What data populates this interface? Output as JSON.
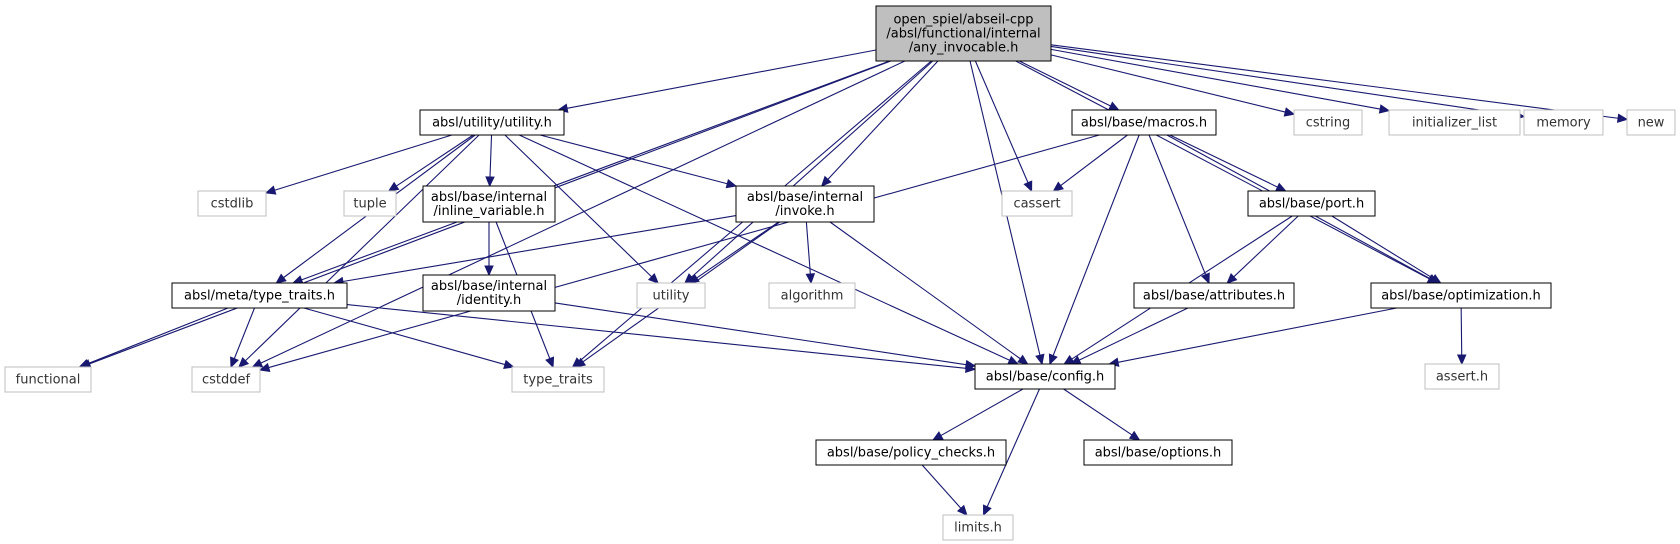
{
  "diagram": {
    "nodes": [
      {
        "id": "root",
        "kind": "root",
        "lines": [
          "open_spiel/abseil-cpp",
          "/absl/functional/internal",
          "/any_invocable.h"
        ]
      },
      {
        "id": "utility_h",
        "kind": "local",
        "lines": [
          "absl/utility/utility.h"
        ]
      },
      {
        "id": "macros",
        "kind": "local",
        "lines": [
          "absl/base/macros.h"
        ]
      },
      {
        "id": "cstring",
        "kind": "system",
        "lines": [
          "cstring"
        ]
      },
      {
        "id": "initializer_list",
        "kind": "system",
        "lines": [
          "initializer_list"
        ]
      },
      {
        "id": "memory",
        "kind": "system",
        "lines": [
          "memory"
        ]
      },
      {
        "id": "new",
        "kind": "system",
        "lines": [
          "new"
        ]
      },
      {
        "id": "cstdlib",
        "kind": "system",
        "lines": [
          "cstdlib"
        ]
      },
      {
        "id": "tuple",
        "kind": "system",
        "lines": [
          "tuple"
        ]
      },
      {
        "id": "inline_variable",
        "kind": "local",
        "lines": [
          "absl/base/internal",
          "/inline_variable.h"
        ]
      },
      {
        "id": "invoke",
        "kind": "local",
        "lines": [
          "absl/base/internal",
          "/invoke.h"
        ]
      },
      {
        "id": "cassert",
        "kind": "system",
        "lines": [
          "cassert"
        ]
      },
      {
        "id": "port",
        "kind": "local",
        "lines": [
          "absl/base/port.h"
        ]
      },
      {
        "id": "type_traits_h",
        "kind": "local",
        "lines": [
          "absl/meta/type_traits.h"
        ]
      },
      {
        "id": "identity",
        "kind": "local",
        "lines": [
          "absl/base/internal",
          "/identity.h"
        ]
      },
      {
        "id": "utility",
        "kind": "system",
        "lines": [
          "utility"
        ]
      },
      {
        "id": "algorithm",
        "kind": "system",
        "lines": [
          "algorithm"
        ]
      },
      {
        "id": "attributes",
        "kind": "local",
        "lines": [
          "absl/base/attributes.h"
        ]
      },
      {
        "id": "optimization",
        "kind": "local",
        "lines": [
          "absl/base/optimization.h"
        ]
      },
      {
        "id": "functional",
        "kind": "system",
        "lines": [
          "functional"
        ]
      },
      {
        "id": "cstddef",
        "kind": "system",
        "lines": [
          "cstddef"
        ]
      },
      {
        "id": "type_traits",
        "kind": "system",
        "lines": [
          "type_traits"
        ]
      },
      {
        "id": "config",
        "kind": "local",
        "lines": [
          "absl/base/config.h"
        ]
      },
      {
        "id": "assert_h",
        "kind": "system",
        "lines": [
          "assert.h"
        ]
      },
      {
        "id": "policy_checks",
        "kind": "local",
        "lines": [
          "absl/base/policy_checks.h"
        ]
      },
      {
        "id": "options",
        "kind": "local",
        "lines": [
          "absl/base/options.h"
        ]
      },
      {
        "id": "limits",
        "kind": "system",
        "lines": [
          "limits.h"
        ]
      }
    ],
    "edges": [
      [
        "root",
        "utility_h"
      ],
      [
        "root",
        "macros"
      ],
      [
        "root",
        "cstring"
      ],
      [
        "root",
        "initializer_list"
      ],
      [
        "root",
        "memory"
      ],
      [
        "root",
        "new"
      ],
      [
        "root",
        "invoke"
      ],
      [
        "root",
        "cassert"
      ],
      [
        "root",
        "utility"
      ],
      [
        "root",
        "type_traits_h"
      ],
      [
        "root",
        "functional"
      ],
      [
        "root",
        "cstddef"
      ],
      [
        "root",
        "type_traits"
      ],
      [
        "root",
        "config"
      ],
      [
        "root",
        "optimization"
      ],
      [
        "utility_h",
        "cstdlib"
      ],
      [
        "utility_h",
        "tuple"
      ],
      [
        "utility_h",
        "inline_variable"
      ],
      [
        "utility_h",
        "invoke"
      ],
      [
        "utility_h",
        "utility"
      ],
      [
        "utility_h",
        "type_traits_h"
      ],
      [
        "utility_h",
        "cstddef"
      ],
      [
        "utility_h",
        "config"
      ],
      [
        "macros",
        "cassert"
      ],
      [
        "macros",
        "port"
      ],
      [
        "macros",
        "optimization"
      ],
      [
        "macros",
        "attributes"
      ],
      [
        "macros",
        "config"
      ],
      [
        "macros",
        "cstddef"
      ],
      [
        "inline_variable",
        "identity"
      ],
      [
        "inline_variable",
        "type_traits"
      ],
      [
        "invoke",
        "type_traits_h"
      ],
      [
        "invoke",
        "utility"
      ],
      [
        "invoke",
        "algorithm"
      ],
      [
        "invoke",
        "type_traits"
      ],
      [
        "invoke",
        "config"
      ],
      [
        "port",
        "attributes"
      ],
      [
        "port",
        "optimization"
      ],
      [
        "port",
        "config"
      ],
      [
        "type_traits_h",
        "functional"
      ],
      [
        "type_traits_h",
        "cstddef"
      ],
      [
        "type_traits_h",
        "type_traits"
      ],
      [
        "type_traits_h",
        "config"
      ],
      [
        "identity",
        "config"
      ],
      [
        "attributes",
        "config"
      ],
      [
        "optimization",
        "config"
      ],
      [
        "optimization",
        "assert_h"
      ],
      [
        "config",
        "policy_checks"
      ],
      [
        "config",
        "options"
      ],
      [
        "config",
        "limits"
      ],
      [
        "policy_checks",
        "limits"
      ]
    ],
    "colors": {
      "edge": "#191970",
      "root_fill": "#bfbfbf",
      "system_border": "#bfbfbf",
      "local_border": "#000000"
    }
  }
}
